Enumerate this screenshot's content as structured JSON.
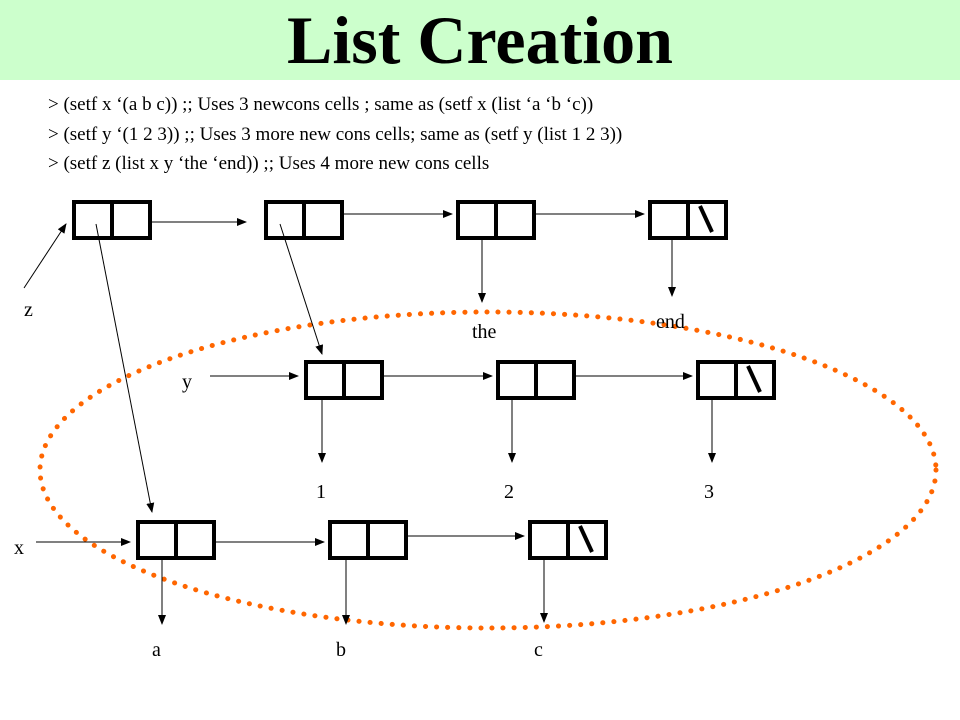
{
  "title": "List Creation",
  "code_lines": [
    "> (setf x ‘(a b c))  ;; Uses 3 newcons cells ; same as (setf x (list ‘a ‘b ‘c))",
    "> (setf y ‘(1 2 3)) ;; Uses 3 more new cons cells; same as (setf y (list 1 2 3))",
    "> (setf z (list x y ‘the ‘end)) ;; Uses 4 more new cons cells"
  ],
  "labels": {
    "z": "z",
    "y": "y",
    "x": "x",
    "the": "the",
    "end": "end",
    "one": "1",
    "two": "2",
    "three": "3",
    "a": "a",
    "b": "b",
    "c": "c"
  },
  "colors": {
    "title_background": "#ccffcc",
    "ellipse_dots": "#ff6600"
  }
}
